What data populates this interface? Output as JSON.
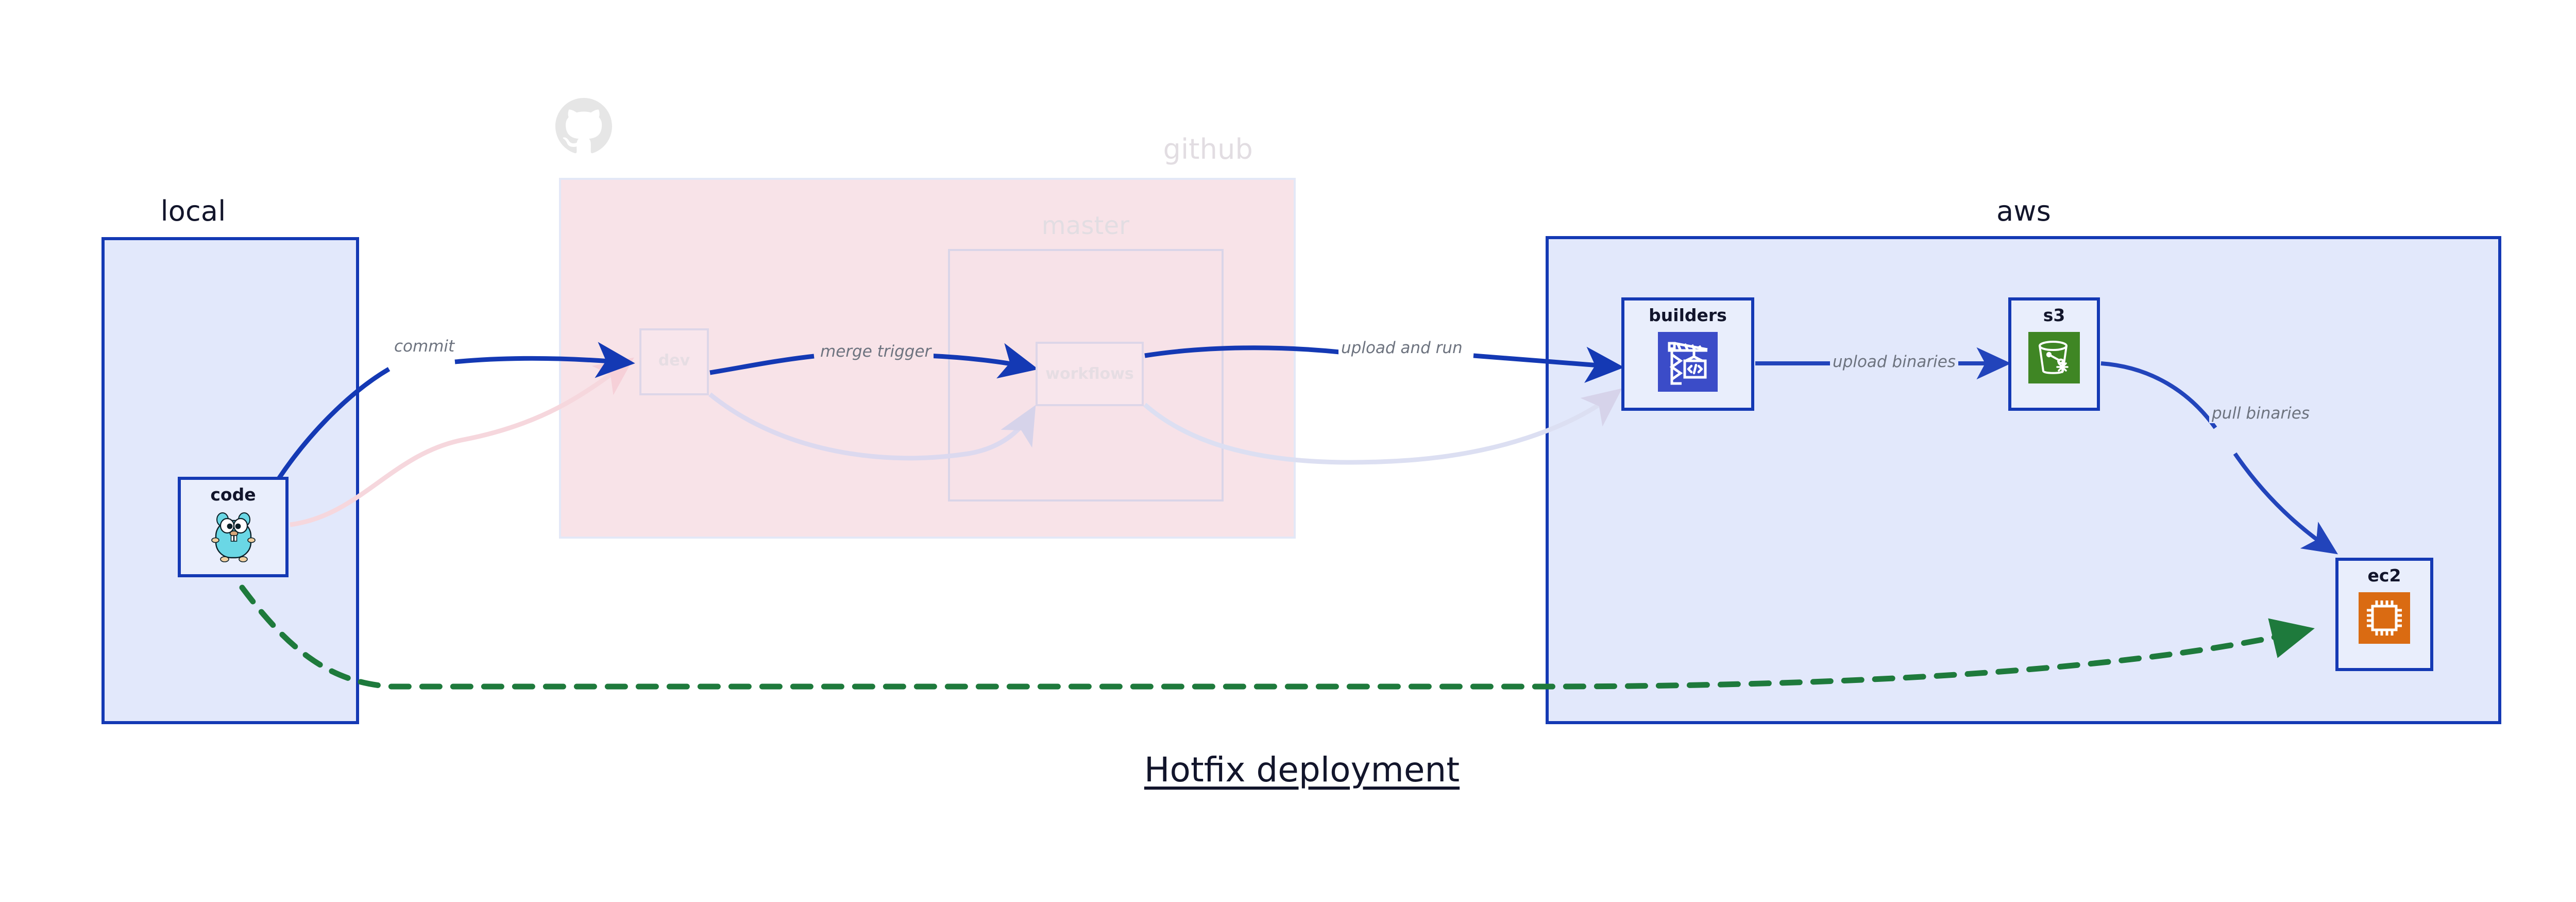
{
  "caption": "Hotfix deployment",
  "groups": [
    {
      "id": "local",
      "title": "local",
      "faded": false
    },
    {
      "id": "github",
      "title": "github",
      "faded": true
    },
    {
      "id": "master",
      "title": "master",
      "faded": true
    },
    {
      "id": "aws",
      "title": "aws",
      "faded": false
    }
  ],
  "nodes": [
    {
      "id": "code",
      "label": "code",
      "icon": "go-gopher-icon",
      "group": "local",
      "faded": false
    },
    {
      "id": "dev",
      "label": "dev",
      "icon": "none",
      "group": "github",
      "faded": true
    },
    {
      "id": "workflows",
      "label": "workflows",
      "icon": "none",
      "group": "master",
      "faded": true
    },
    {
      "id": "builders",
      "label": "builders",
      "icon": "crane-code-icon",
      "group": "aws",
      "faded": false
    },
    {
      "id": "s3",
      "label": "s3",
      "icon": "s3-bucket-icon",
      "group": "aws",
      "faded": false
    },
    {
      "id": "ec2",
      "label": "ec2",
      "icon": "cpu-chip-icon",
      "group": "aws",
      "faded": false
    }
  ],
  "edges": [
    {
      "id": "commit",
      "label": "commit",
      "from": "code",
      "to": "dev",
      "style": "solid",
      "color": "#1439b4",
      "faded": false
    },
    {
      "id": "merge-trigger",
      "label": "merge trigger",
      "from": "dev",
      "to": "workflows",
      "style": "solid",
      "color": "#1439b4",
      "faded": false
    },
    {
      "id": "upload-and-run",
      "label": "upload and run",
      "from": "workflows",
      "to": "builders",
      "style": "solid",
      "color": "#1439b4",
      "faded": false
    },
    {
      "id": "upload-binaries",
      "label": "upload binaries",
      "from": "builders",
      "to": "s3",
      "style": "solid",
      "color": "#2244bb",
      "faded": false
    },
    {
      "id": "pull-binaries",
      "label": "pull binaries",
      "from": "s3",
      "to": "ec2",
      "style": "solid",
      "color": "#2244bb",
      "faded": false
    },
    {
      "id": "hotfix-direct",
      "label": "",
      "from": "code",
      "to": "ec2",
      "style": "dashed",
      "color": "#1e7a3c",
      "faded": false
    },
    {
      "id": "ghost-code-dev",
      "label": "",
      "from": "code",
      "to": "dev",
      "style": "solid",
      "color": "#f6d7dd",
      "faded": true
    },
    {
      "id": "ghost-dev-workflows",
      "label": "",
      "from": "dev",
      "to": "workflows",
      "style": "solid",
      "color": "#dcd9ef",
      "faded": true
    },
    {
      "id": "ghost-workflows-builders",
      "label": "",
      "from": "workflows",
      "to": "builders",
      "style": "solid",
      "color": "#dcdff2",
      "faded": true
    }
  ],
  "colors": {
    "panel_fill_blue": "#e2e8fb",
    "panel_border_blue": "#1439b4",
    "panel_fill_pink": "#f8e3e8",
    "node_fill": "#e9eefc",
    "edge_blue": "#1439b4",
    "edge_green": "#1e7a3c",
    "label_gray": "#6d737f",
    "builders_icon_bg": "#3b4cc8",
    "s3_icon_bg": "#3f8624",
    "ec2_icon_bg": "#da6b12",
    "gopher_body": "#6ad7e5"
  },
  "logo": {
    "name": "github-octocat-icon"
  }
}
